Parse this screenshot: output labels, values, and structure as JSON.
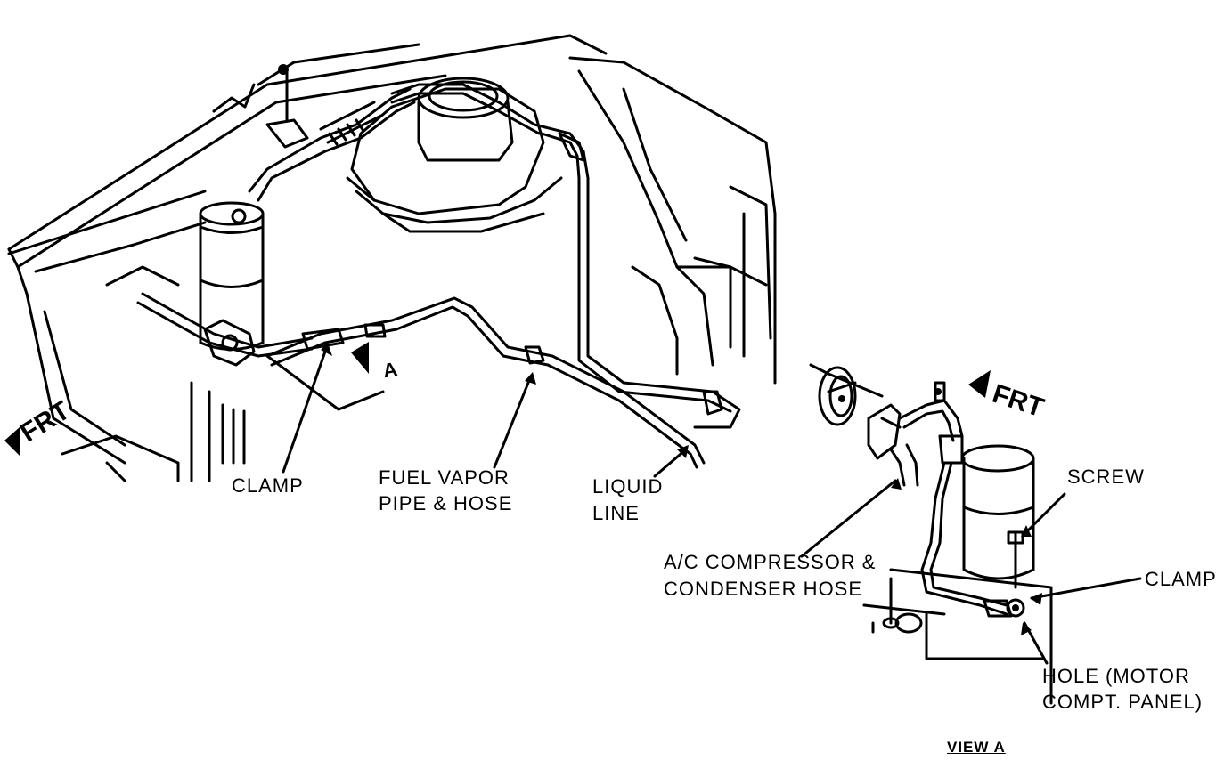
{
  "labels": {
    "frt_main": "FRT",
    "view_marker": "A",
    "clamp_main": "CLAMP",
    "fuel_vapor_line1": "FUEL VAPOR",
    "fuel_vapor_line2": "PIPE & HOSE",
    "liquid_line1": "LIQUID",
    "liquid_line2": "LINE",
    "frt_detail": "FRT",
    "screw": "SCREW",
    "ac_hose_line1": "A/C COMPRESSOR &",
    "ac_hose_line2": "CONDENSER HOSE",
    "clamp_detail": "CLAMP",
    "hole_line1": "HOLE (MOTOR",
    "hole_line2": "COMPT. PANEL)",
    "view_title": "VIEW A"
  }
}
